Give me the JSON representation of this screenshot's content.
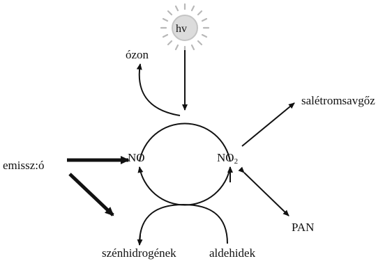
{
  "diagram": {
    "light_source": {
      "label": "hv",
      "icon": "sun-icon"
    },
    "nodes": {
      "ozone": "ózon",
      "no": "NO",
      "no2_base": "NO",
      "no2_subscript": "2",
      "emission": "emissz:ó",
      "nitric_acid_vapor": "salétromsavgőz",
      "pan": "PAN",
      "hydrocarbons": "szénhidrogének",
      "aldehydes": "aldehidek"
    },
    "colors": {
      "ink": "#111111",
      "sun_ray": "#b8b8b8",
      "sun_core": "#d0d0d0"
    }
  }
}
